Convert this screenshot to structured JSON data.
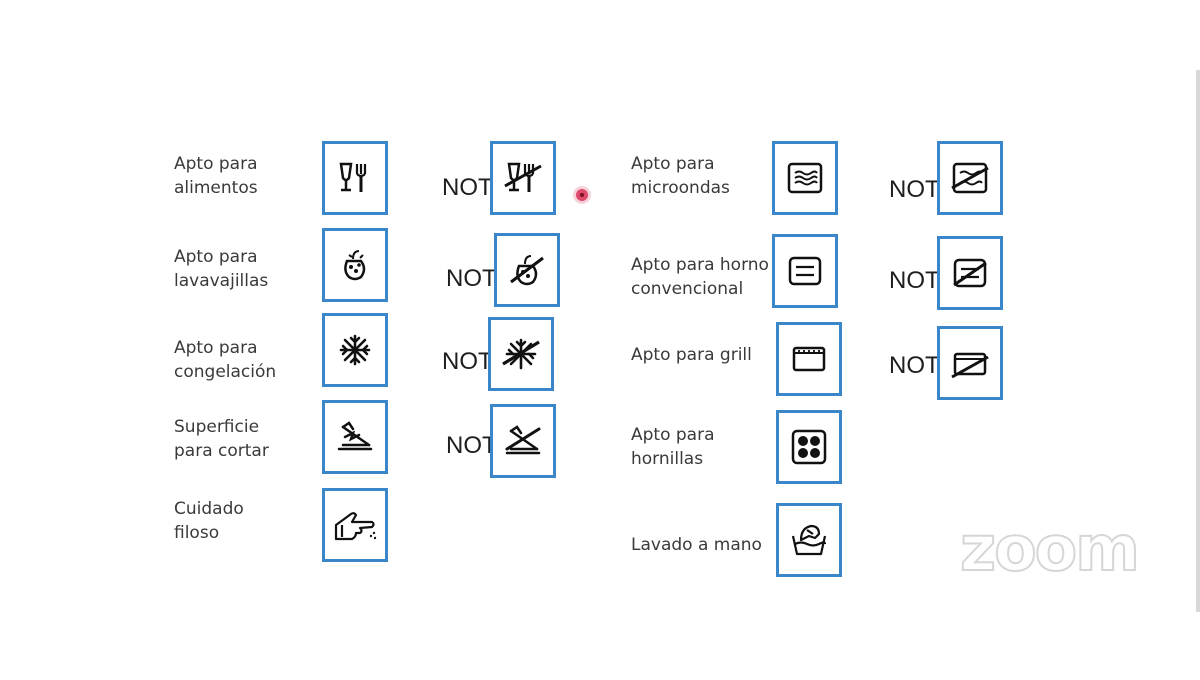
{
  "not_label": "NOT",
  "watermark": "zoom",
  "left_column": [
    {
      "label": "Apto para\nalimentos",
      "icon": "glass-fork-icon",
      "has_not": true
    },
    {
      "label": "Apto para\nlavavajillas",
      "icon": "dishwasher-icon",
      "has_not": true
    },
    {
      "label": "Apto para\ncongelación",
      "icon": "snowflake-icon",
      "has_not": true
    },
    {
      "label": "Superficie\npara cortar",
      "icon": "cutting-surface-icon",
      "has_not": true
    },
    {
      "label": "Cuidado\nfiloso",
      "icon": "sharp-finger-icon",
      "has_not": false
    }
  ],
  "right_column": [
    {
      "label": "Apto para\nmicroondas",
      "icon": "microwave-icon",
      "has_not": true
    },
    {
      "label": "Apto para horno\nconvencional",
      "icon": "oven-icon",
      "has_not": true
    },
    {
      "label": "Apto para grill",
      "icon": "grill-icon",
      "has_not": true
    },
    {
      "label": "Apto para\nhornillas",
      "icon": "stovetop-icon",
      "has_not": false
    },
    {
      "label": "Lavado a mano",
      "icon": "hand-wash-icon",
      "has_not": false
    }
  ],
  "colors": {
    "box_border": "#3a86c8",
    "text": "#3a3a3a",
    "laser": "#e04a6a"
  }
}
